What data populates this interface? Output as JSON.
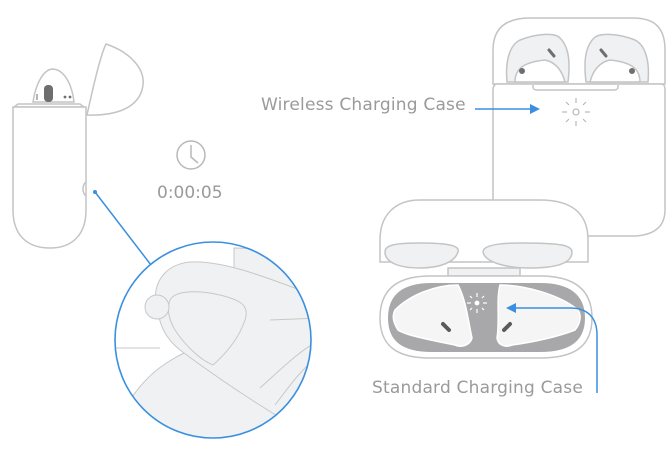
{
  "labels": {
    "wireless_case": "Wireless Charging Case",
    "standard_case": "Standard Charging Case"
  },
  "timer": {
    "icon": "clock-icon",
    "value": "0:00:05"
  },
  "colors": {
    "outline": "#c4c4c4",
    "accent": "#3a8fe0",
    "fill_light": "#f0f1f2",
    "fill_dark": "#a8a8aa",
    "text": "#9a9a9a"
  }
}
